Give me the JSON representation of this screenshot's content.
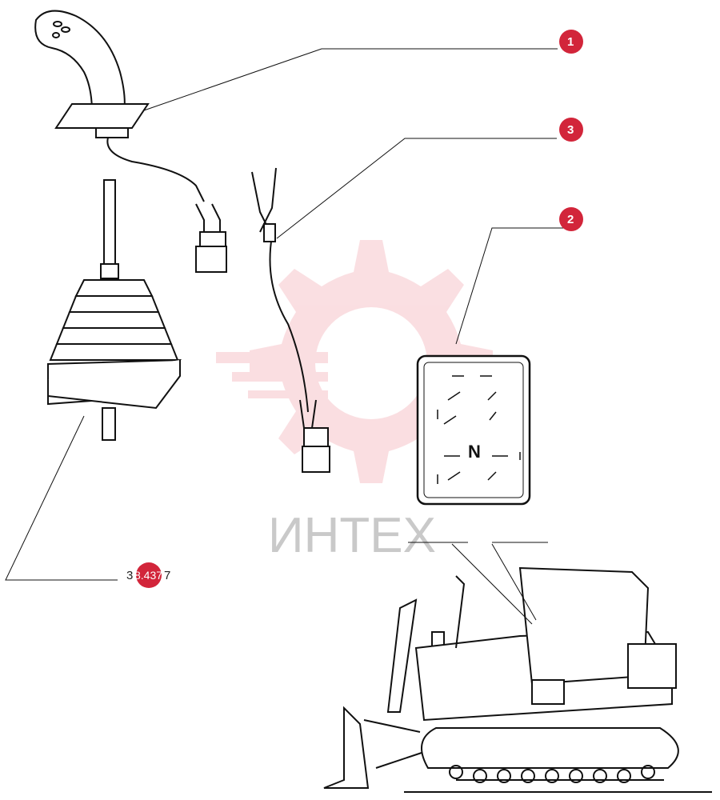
{
  "callouts": [
    {
      "id": "1",
      "label": "1"
    },
    {
      "id": "3",
      "label": "3"
    },
    {
      "id": "2",
      "label": "2"
    }
  ],
  "reference": {
    "prefix": "3",
    "number": "8.437",
    "suffix": "7"
  },
  "watermark": {
    "text": "ИНТЕХ",
    "color": "#e23b4a"
  },
  "decal": {
    "neutral_label": "N"
  },
  "colors": {
    "callout": "#d2253a",
    "line": "#111111"
  }
}
